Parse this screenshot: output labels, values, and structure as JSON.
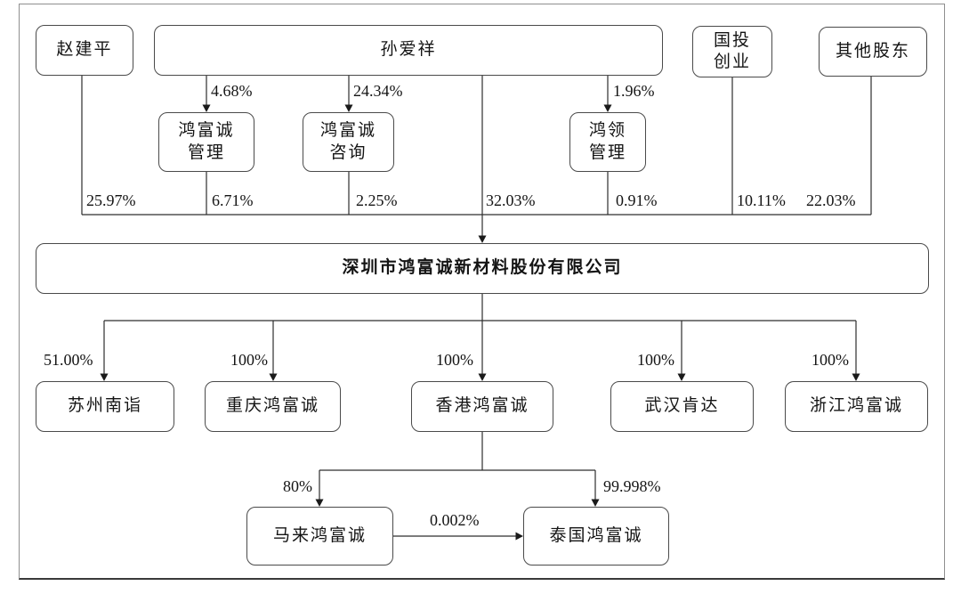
{
  "nodes": {
    "zhao": "赵建平",
    "sun": "孙爱祥",
    "guotou1": "国投",
    "guotou2": "创业",
    "qita": "其他股东",
    "guanli1": "鸿富诚",
    "guanli2": "管理",
    "zixun1": "鸿富诚",
    "zixun2": "咨询",
    "hongling1": "鸿领",
    "hongling2": "管理",
    "company": "深圳市鸿富诚新材料股份有限公司",
    "suzhou": "苏州南诣",
    "chongqing": "重庆鸿富诚",
    "hongkong": "香港鸿富诚",
    "wuhan": "武汉肯达",
    "zhejiang": "浙江鸿富诚",
    "malai": "马来鸿富诚",
    "taiguo": "泰国鸿富诚"
  },
  "edges": {
    "sun_to_guanli": "4.68%",
    "sun_to_zixun": "24.34%",
    "sun_to_hongling": "1.96%",
    "zhao_to_company": "25.97%",
    "guanli_to_company": "6.71%",
    "zixun_to_company": "2.25%",
    "sun_to_company": "32.03%",
    "hongling_to_company": "0.91%",
    "guotou_to_company": "10.11%",
    "qita_to_company": "22.03%",
    "company_to_suzhou": "51.00%",
    "company_to_chongqing": "100%",
    "company_to_hongkong": "100%",
    "company_to_wuhan": "100%",
    "company_to_zhejiang": "100%",
    "hongkong_to_malai": "80%",
    "hongkong_to_taiguo": "99.998%",
    "malai_to_taiguo": "0.002%"
  },
  "colors": {
    "line": "#2d2d2d",
    "box_border": "#4a4a4a",
    "text": "#141414",
    "background": "#ffffff"
  }
}
